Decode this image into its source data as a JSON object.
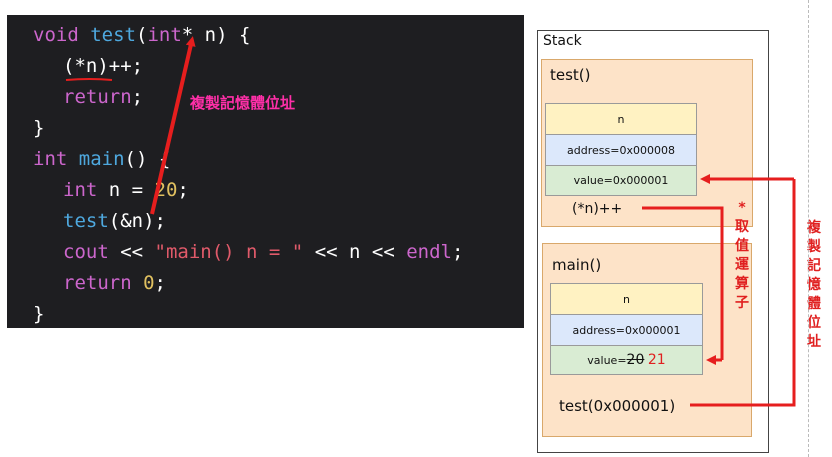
{
  "code": {
    "lines": [
      [
        "void",
        " ",
        "test",
        "(",
        "int",
        "* n) {"
      ],
      [
        "(*n)++;"
      ],
      [
        "return",
        ";"
      ],
      [
        "}"
      ],
      [
        "int",
        " ",
        "main",
        "() {"
      ],
      [
        "int",
        " n = ",
        "20",
        ";"
      ],
      [
        "test",
        "(&n);"
      ],
      [
        "cout",
        " << ",
        "\"main() n = \"",
        " << n << ",
        "endl",
        ";"
      ],
      [
        "return",
        " ",
        "0",
        ";"
      ],
      [
        "}"
      ]
    ]
  },
  "annotation_copy": "複製記憶體位址",
  "stack": {
    "title": "Stack",
    "test_frame": {
      "title": "test()",
      "var_name": "n",
      "address": "address=0x000008",
      "value": "value=0x000001",
      "op": "(*n)++"
    },
    "main_frame": {
      "title": "main()",
      "var_name": "n",
      "address": "address=0x000001",
      "value_prefix": "value=",
      "old_value": "20",
      "new_value": "21",
      "call": "test(0x000001)"
    }
  },
  "deref_label": [
    "*",
    "取",
    "值",
    "運",
    "算",
    "子"
  ],
  "copy_label_vertical": [
    "複",
    "製",
    "記",
    "憶",
    "體",
    "位",
    "址"
  ],
  "colors": {
    "code_bg": "#1e1e21",
    "keyword": "#cc66cc",
    "function": "#4ea8de",
    "number": "#e0c060",
    "string": "#e05a6a",
    "arrow_red": "#e61e1e",
    "annotation_pink": "#ff2fa8",
    "frame_fill": "#fde3c8",
    "cell_yellow": "#fff2c2",
    "cell_blue": "#dce8fb",
    "cell_green": "#d9ecd3"
  }
}
